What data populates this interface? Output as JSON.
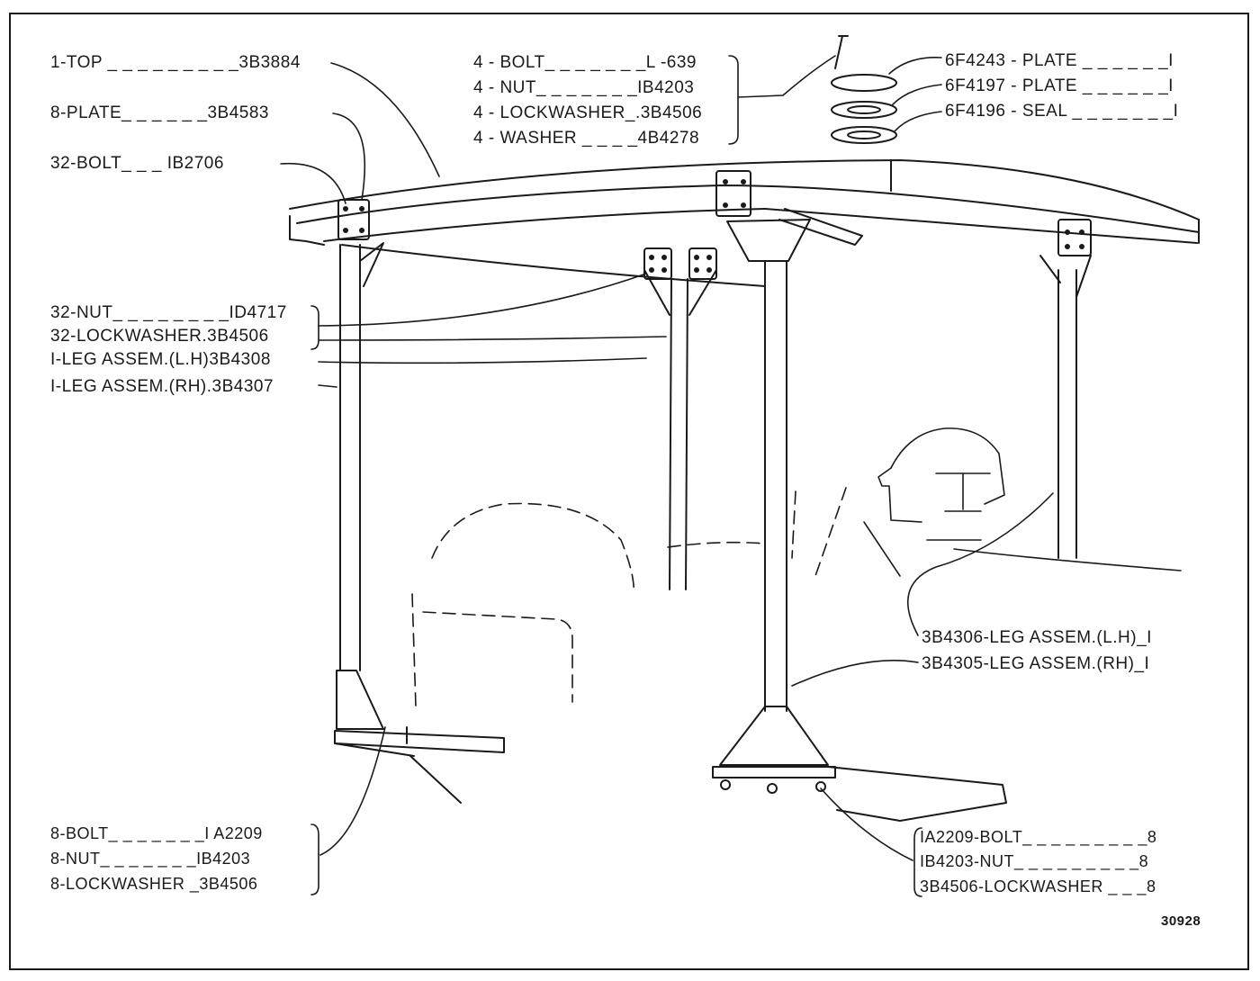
{
  "callouts": {
    "top_left": [
      "1-TOP _ _ _ _ _ _ _ _ _3B3884",
      "8-PLATE_ _ _ _ _ _3B4583",
      "32-BOLT_ _ _ IB2706"
    ],
    "top_mid": [
      "4 - BOLT_ _ _ _ _ _ _L -639",
      "4 - NUT_ _ _ _ _ _ _IB4203",
      "4 - LOCKWASHER_.3B4506",
      "4 - WASHER _ _ _ _4B4278"
    ],
    "top_right": [
      "6F4243 - PLATE _ _ _ _ _ _I",
      "6F4197 - PLATE _ _ _ _ _ _I",
      "6F4196 - SEAL _ _ _ _ _ _ _I"
    ],
    "mid_left": [
      "32-NUT_ _ _ _ _ _ _ _ID4717",
      "32-LOCKWASHER.3B4506",
      "I-LEG ASSEM.(L.H)3B4308",
      "I-LEG ASSEM.(RH).3B4307"
    ],
    "mid_right": [
      "3B4306-LEG ASSEM.(L.H)_I",
      "3B4305-LEG ASSEM.(RH)_I"
    ],
    "bottom_left": [
      "8-BOLT_ _ _ _ _ _ _I A2209",
      "8-NUT_ _ _ _ _ _ _IB4203",
      "8-LOCKWASHER _3B4506"
    ],
    "bottom_right": [
      "IA2209-BOLT_ _ _ _ _ _ _ _ _8",
      "IB4203-NUT_ _ _ _ _ _ _ _ _8",
      "3B4506-LOCKWASHER _ _ _8"
    ],
    "figure_number": "30928"
  },
  "colors": {
    "ink": "#1a1a1a",
    "paper": "#ffffff"
  }
}
